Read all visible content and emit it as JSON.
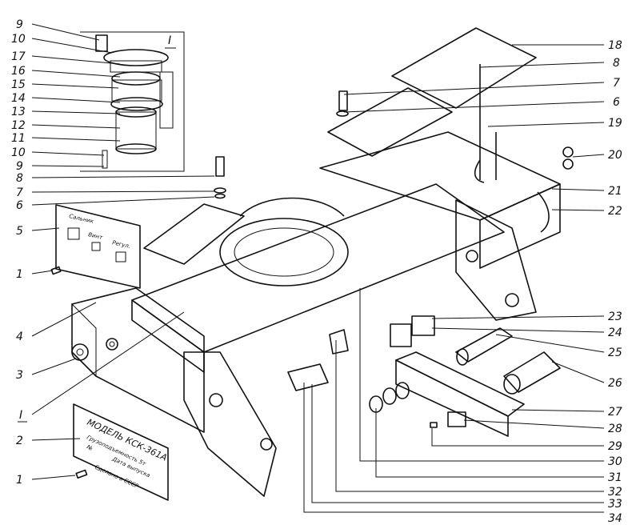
{
  "inset_label": "I",
  "section_mark": "I",
  "plate_upper": {
    "line1": "Сальник",
    "line2": "Винт",
    "line3": "Регул."
  },
  "plate_lower": {
    "line1": "МОДЕЛЬ  КСК-361А",
    "line2": "Грузоподъемность  5т",
    "line3": "№",
    "line4": "Дата выпуска",
    "line5": "Сделано в СССР"
  },
  "labels_left": [
    "9",
    "10",
    "17",
    "16",
    "15",
    "14",
    "13",
    "12",
    "11",
    "10",
    "9",
    "8",
    "7",
    "6",
    "5",
    "1",
    "4",
    "3",
    "I",
    "2",
    "1"
  ],
  "labels_right": [
    "18",
    "8",
    "7",
    "6",
    "19",
    "20",
    "21",
    "22",
    "23",
    "24",
    "25",
    "26",
    "27",
    "28",
    "29",
    "30",
    "31",
    "32",
    "33",
    "34"
  ]
}
